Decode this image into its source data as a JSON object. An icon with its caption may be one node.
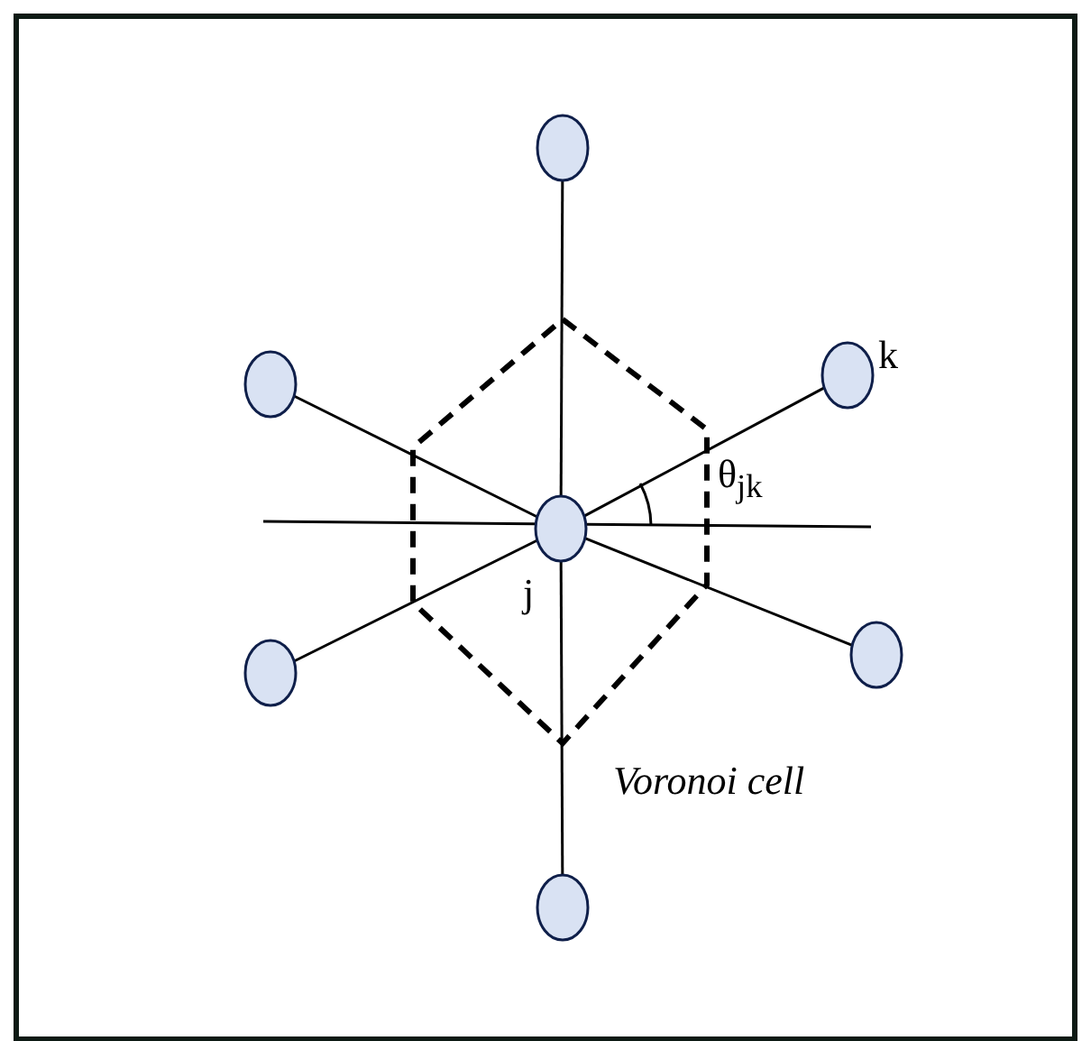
{
  "diagram": {
    "nodes": [
      {
        "text": [],
        "shape": "circle"
      },
      {
        "text": [],
        "shape": "circle"
      },
      {
        "text": [],
        "shape": "circle",
        "beside": [
          "k"
        ]
      },
      {
        "text": [],
        "shape": "circle",
        "beside": [
          "j"
        ]
      },
      {
        "text": [],
        "shape": "circle"
      },
      {
        "text": [],
        "shape": "circle"
      },
      {
        "text": [],
        "shape": "circle"
      }
    ],
    "edges": [
      {
        "from": 3,
        "to": 0,
        "arrow": "none"
      },
      {
        "from": 3,
        "to": 1,
        "arrow": "none"
      },
      {
        "from": 3,
        "to": 2,
        "arrow": "none"
      },
      {
        "from": 3,
        "to": 4,
        "arrow": "none"
      },
      {
        "from": 3,
        "to": 5,
        "arrow": "none"
      },
      {
        "from": 3,
        "to": 6,
        "arrow": "none"
      }
    ],
    "labels": [
      "θ$_{jk}$",
      "Voronoi cell"
    ]
  }
}
